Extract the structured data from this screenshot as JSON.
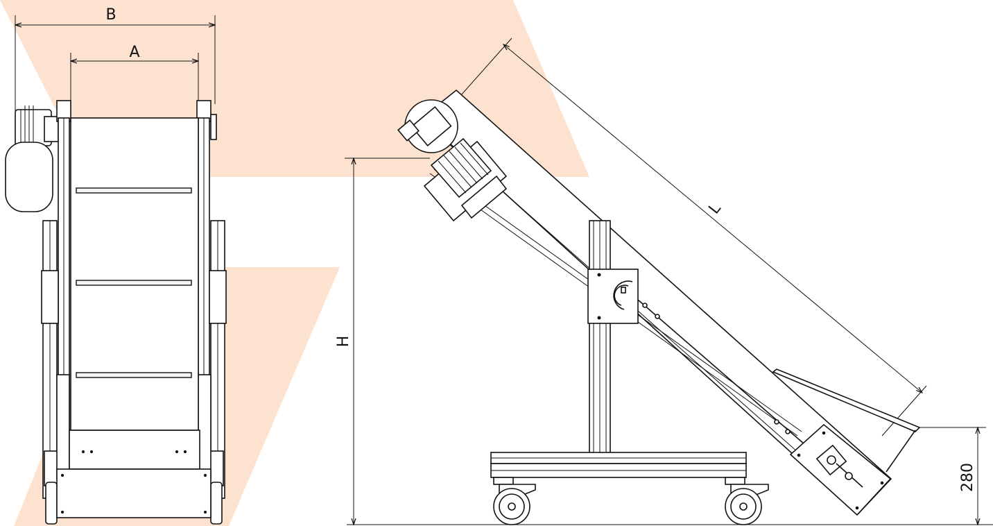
{
  "drawing": {
    "watermark_color": "#fde3cf",
    "line_color": "#111111",
    "dimensions": {
      "front_outer_width": "B",
      "front_inner_width": "A",
      "side_length": "L",
      "side_height": "H",
      "infeed_height": "280"
    }
  }
}
